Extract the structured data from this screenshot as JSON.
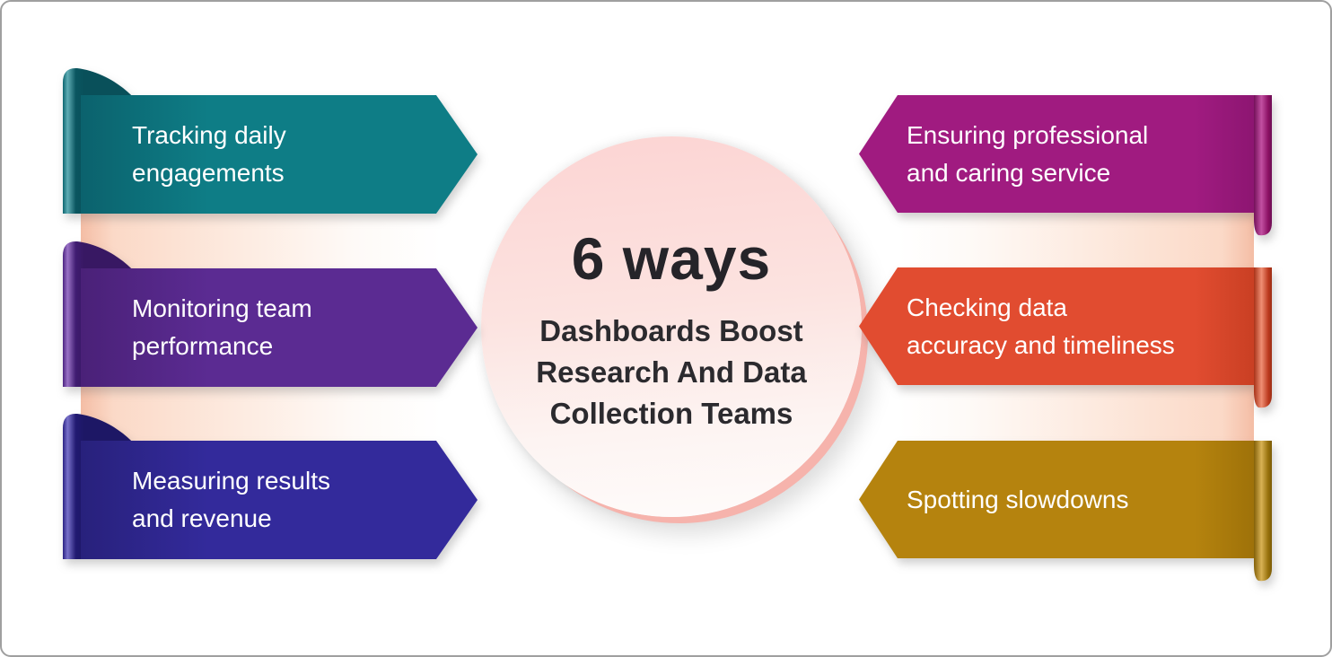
{
  "frame": {
    "background": "#ffffff",
    "border_color": "#9f9f9f"
  },
  "center": {
    "heading": "6 ways",
    "subtitle": "Dashboards Boost Research And Data Collection Teams",
    "subtitle_lines": [
      "Dashboards Boost",
      "Research And Data",
      "Collection Teams"
    ],
    "circle_top_color": "#fcd4d3",
    "ring_color": "#f6b3ac",
    "text_color": "#262528"
  },
  "banners": {
    "text_color": "#ffffff",
    "connector_band_color": "#fbd9c7",
    "left": [
      {
        "label": "Tracking daily engagements",
        "lines": [
          "Tracking daily",
          "engagements"
        ],
        "color": "#0e7d86"
      },
      {
        "label": "Monitoring team performance",
        "lines": [
          "Monitoring team",
          "performance"
        ],
        "color": "#5b2b92"
      },
      {
        "label": "Measuring results and revenue",
        "lines": [
          "Measuring results",
          "and revenue"
        ],
        "color": "#332a9b"
      }
    ],
    "right": [
      {
        "label": "Ensuring professional and caring service",
        "lines": [
          "Ensuring professional",
          "and caring service"
        ],
        "color": "#a01b80"
      },
      {
        "label": "Checking data accuracy and timeliness",
        "lines": [
          "Checking data",
          "accuracy and timeliness"
        ],
        "color": "#e14c30"
      },
      {
        "label": "Spotting slowdowns",
        "lines": [
          "Spotting slowdowns"
        ],
        "color": "#b5830e"
      }
    ]
  }
}
